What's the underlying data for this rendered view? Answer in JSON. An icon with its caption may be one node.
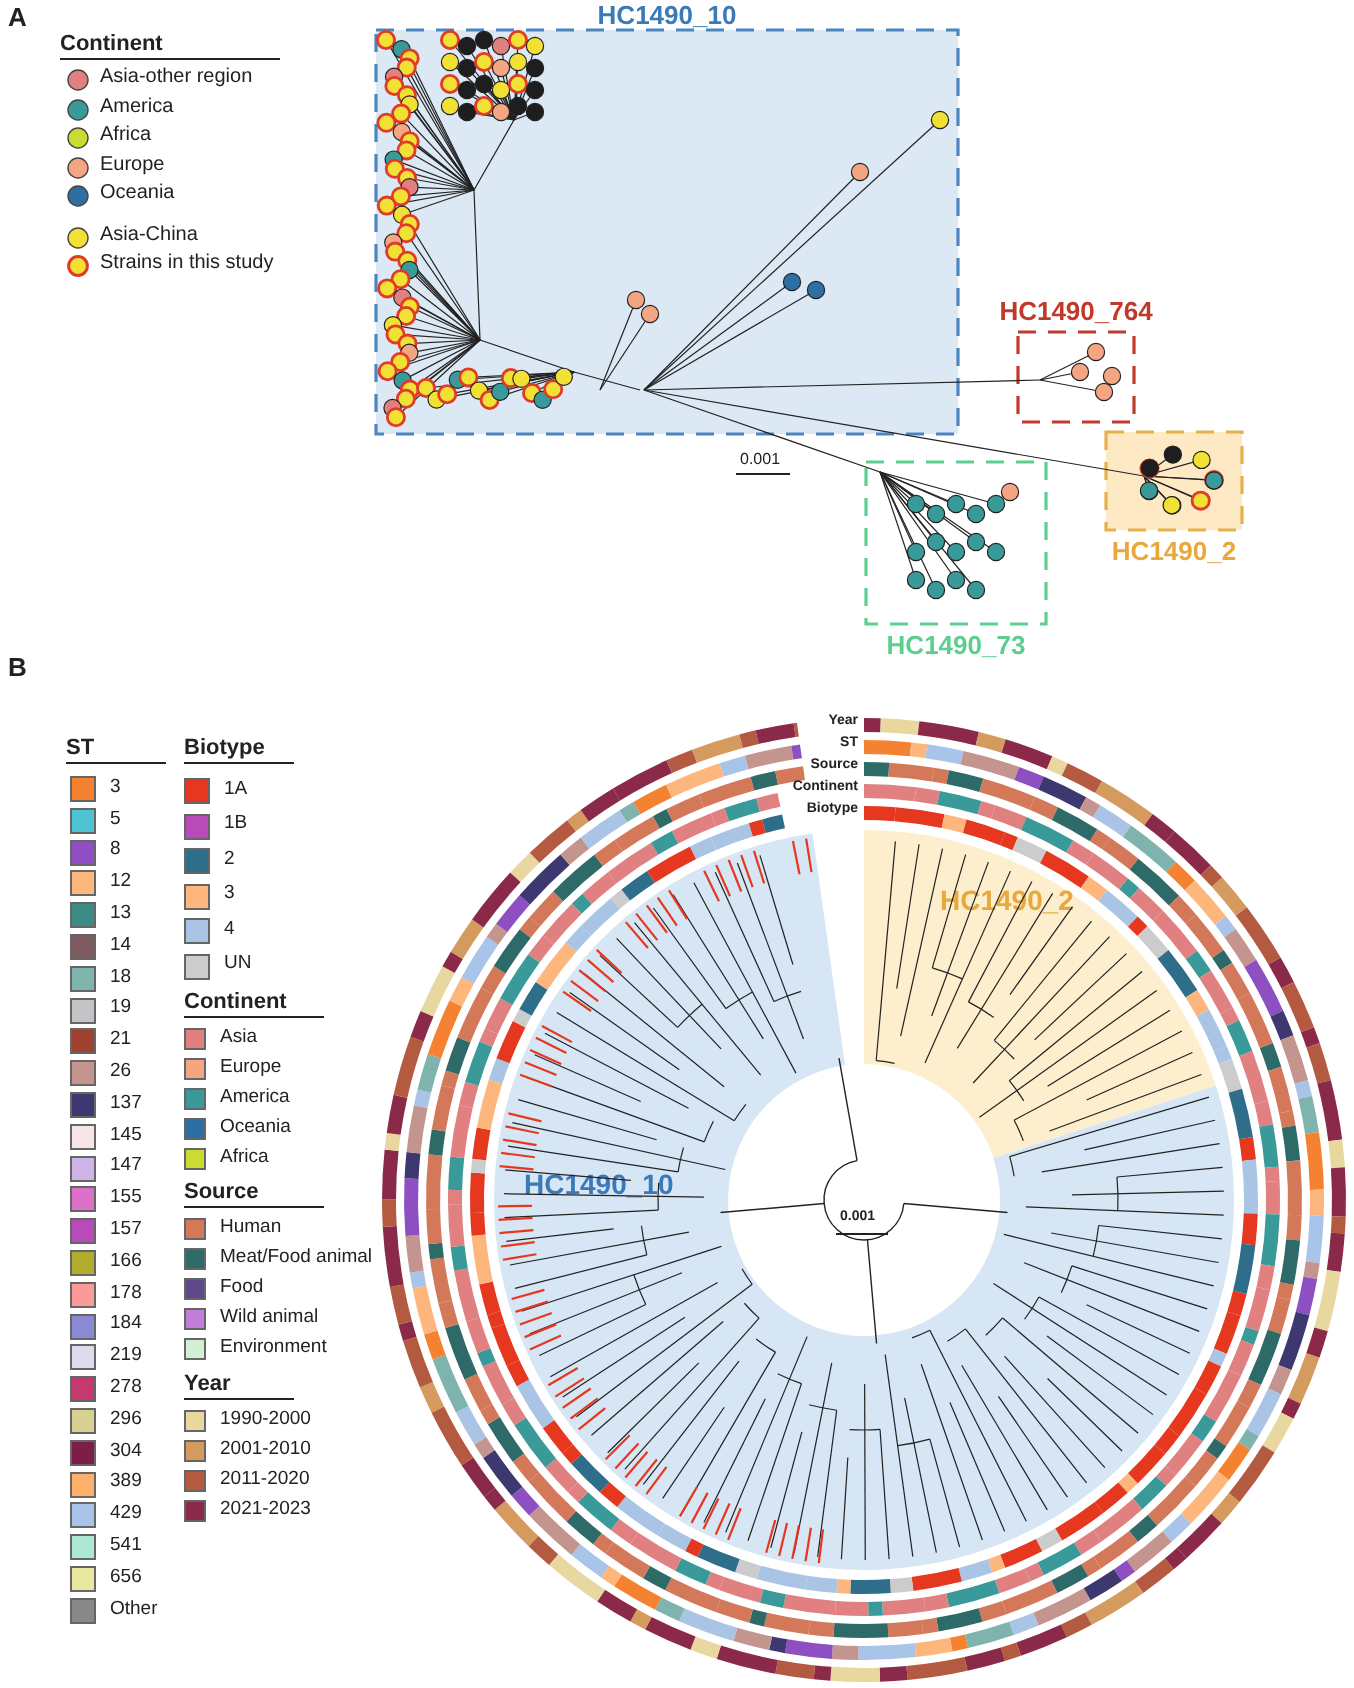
{
  "diagram": {
    "nodes": [
      {
        "text": [
          "HC1490_10"
        ]
      },
      {
        "text": [
          "HC1490_764"
        ]
      },
      {
        "text": [
          "HC1490_2"
        ]
      },
      {
        "text": [
          "HC1490_73"
        ]
      },
      {
        "text": [
          "HC1490_2"
        ]
      },
      {
        "text": [
          "HC1490_10"
        ]
      }
    ],
    "labels": [
      "A",
      "Continent",
      "0.001",
      "B",
      "ST",
      "Biotype",
      "Continent",
      "Source",
      "Year",
      "Year",
      "ST",
      "Source",
      "Continent",
      "Biotype",
      "0.001"
    ],
    "legend": [
      {
        "text": "Asia-other region",
        "color": "#e08080"
      },
      {
        "text": "America",
        "color": "#3a9a9a"
      },
      {
        "text": "Africa",
        "color": "#c8dc32"
      },
      {
        "text": "Europe",
        "color": "#f4a582"
      },
      {
        "text": "Oceania",
        "color": "#2e6fa3"
      },
      {
        "text": "Asia-China",
        "color": "#f2e135"
      },
      {
        "text": "Strains in this study"
      },
      {
        "text": "3",
        "color": "#f58231"
      },
      {
        "text": "5",
        "color": "#4fc3d2"
      },
      {
        "text": "8",
        "color": "#8e4fc2"
      },
      {
        "text": "12",
        "color": "#fdb67c"
      },
      {
        "text": "13",
        "color": "#3a8a85"
      },
      {
        "text": "14",
        "color": "#7d5a60"
      },
      {
        "text": "18",
        "color": "#7fb3ad"
      },
      {
        "text": "19",
        "color": "#c4c4c8"
      },
      {
        "text": "21",
        "color": "#a0402e"
      },
      {
        "text": "26",
        "color": "#c4958f"
      },
      {
        "text": "137",
        "color": "#3e3870"
      },
      {
        "text": "145",
        "color": "#f6e4e6"
      },
      {
        "text": "147",
        "color": "#cdb3e6"
      },
      {
        "text": "155",
        "color": "#dd70c8"
      },
      {
        "text": "157",
        "color": "#b84bb8"
      },
      {
        "text": "166",
        "color": "#b3ad2e"
      },
      {
        "text": "178",
        "color": "#fc9a9a"
      },
      {
        "text": "184",
        "color": "#8a8ad4"
      },
      {
        "text": "219",
        "color": "#dddcee"
      },
      {
        "text": "278",
        "color": "#c43a6e"
      },
      {
        "text": "296",
        "color": "#d8d08e"
      },
      {
        "text": "304",
        "color": "#7c1e48"
      },
      {
        "text": "389",
        "color": "#fdb069"
      },
      {
        "text": "429",
        "color": "#a8c4e8"
      },
      {
        "text": "541",
        "color": "#ace8d4"
      },
      {
        "text": "656",
        "color": "#e8e8a0"
      },
      {
        "text": "Other",
        "color": "#888888"
      },
      {
        "text": "1A",
        "color": "#e5381f"
      },
      {
        "text": "1B",
        "color": "#b84bb8"
      },
      {
        "text": "2",
        "color": "#2e6e8a"
      },
      {
        "text": "3",
        "color": "#fdb67c"
      },
      {
        "text": "4",
        "color": "#aac4e6"
      },
      {
        "text": "UN",
        "color": "#cccccc"
      },
      {
        "text": "Asia",
        "color": "#e08080"
      },
      {
        "text": "Europe",
        "color": "#f4a582"
      },
      {
        "text": "America",
        "color": "#3a9a9a"
      },
      {
        "text": "Oceania",
        "color": "#2e6fa3"
      },
      {
        "text": "Africa",
        "color": "#c8dc32"
      },
      {
        "text": "Human",
        "color": "#d4785a"
      },
      {
        "text": "Meat/Food animal",
        "color": "#2e6a68"
      },
      {
        "text": "Food",
        "color": "#5e4a8a"
      },
      {
        "text": "Wild animal",
        "color": "#c27ed8"
      },
      {
        "text": "Environment",
        "color": "#d4f0d4"
      },
      {
        "text": "1990-2000",
        "color": "#e8d8a0"
      },
      {
        "text": "2001-2010",
        "color": "#d49a5e"
      },
      {
        "text": "2011-2020",
        "color": "#b45a40"
      },
      {
        "text": "2021-2023",
        "color": "#8a2a48"
      }
    ]
  }
}
